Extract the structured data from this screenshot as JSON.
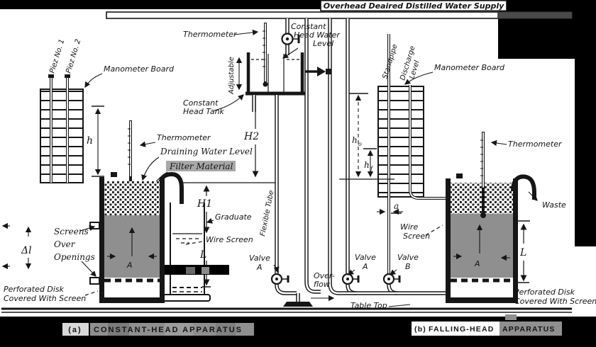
{
  "colors": {
    "background": "#000000",
    "paper": "#ffffff",
    "ink": "#161616",
    "soil": "#8f8f8f",
    "caption_highlight": "#8f8f8f",
    "label_highlight": "#a8a8a8"
  },
  "title": {
    "overhead_supply": "Overhead Deaired Distilled Water Supply"
  },
  "left": {
    "piez1": "Piez No. 1",
    "piez2": "Piez No. 2",
    "manometer_board": "Manometer Board",
    "h": "h",
    "thermometer": "Thermometer",
    "draining_water_level": "Draining Water Level",
    "filter_material": "Filter Material",
    "screens_line1": "Screens",
    "screens_line2": "Over",
    "screens_line3": "Openings",
    "delta_l": "Δl",
    "soil_label": "A",
    "perforated_line1": "Perforated Disk",
    "perforated_line2": "Covered With Screen"
  },
  "center": {
    "thermometer": "Thermometer",
    "chwl_line1": "Constant",
    "chwl_line2": "Head Water",
    "chwl_line3": "Level",
    "adjustable": "Adjustable",
    "cht_line1": "Constant",
    "cht_line2": "Head Tank",
    "h2": "H2",
    "flexible_tube": "Flexible Tube",
    "h1": "H1",
    "graduate": "Graduate",
    "wire_screen": "Wire Screen",
    "l": "L",
    "valve_line1": "Valve",
    "valve_line2": "A",
    "overflow_line1": "Over-",
    "overflow_line2": "flow"
  },
  "right": {
    "standpipe": "Standpipe",
    "discharge_line1": "Discharge",
    "discharge_line2": "Level",
    "manometer_board": "Manometer Board",
    "h_o_main": "h",
    "h_o_sub": "o",
    "h_f_main": "h",
    "h_f_sub": "f",
    "a": "a",
    "thermometer": "Thermometer",
    "waste": "Waste",
    "wire_line1": "Wire",
    "wire_line2": "Screen",
    "valve_a_line1": "Valve",
    "valve_a_line2": "A",
    "valve_b_line1": "Valve",
    "valve_b_line2": "B",
    "table_top": "Table Top",
    "l": "L",
    "soil_label": "A",
    "perforated_line1": "Perforated Disk",
    "perforated_line2": "Covered With Screen"
  },
  "captions": {
    "a_prefix": "(a)",
    "a_title": "CONSTANT-HEAD APPARATUS",
    "b_prefix": "(b)",
    "b_title_main": "FALLING-HEAD",
    "b_title_tail": "APPARATUS"
  }
}
